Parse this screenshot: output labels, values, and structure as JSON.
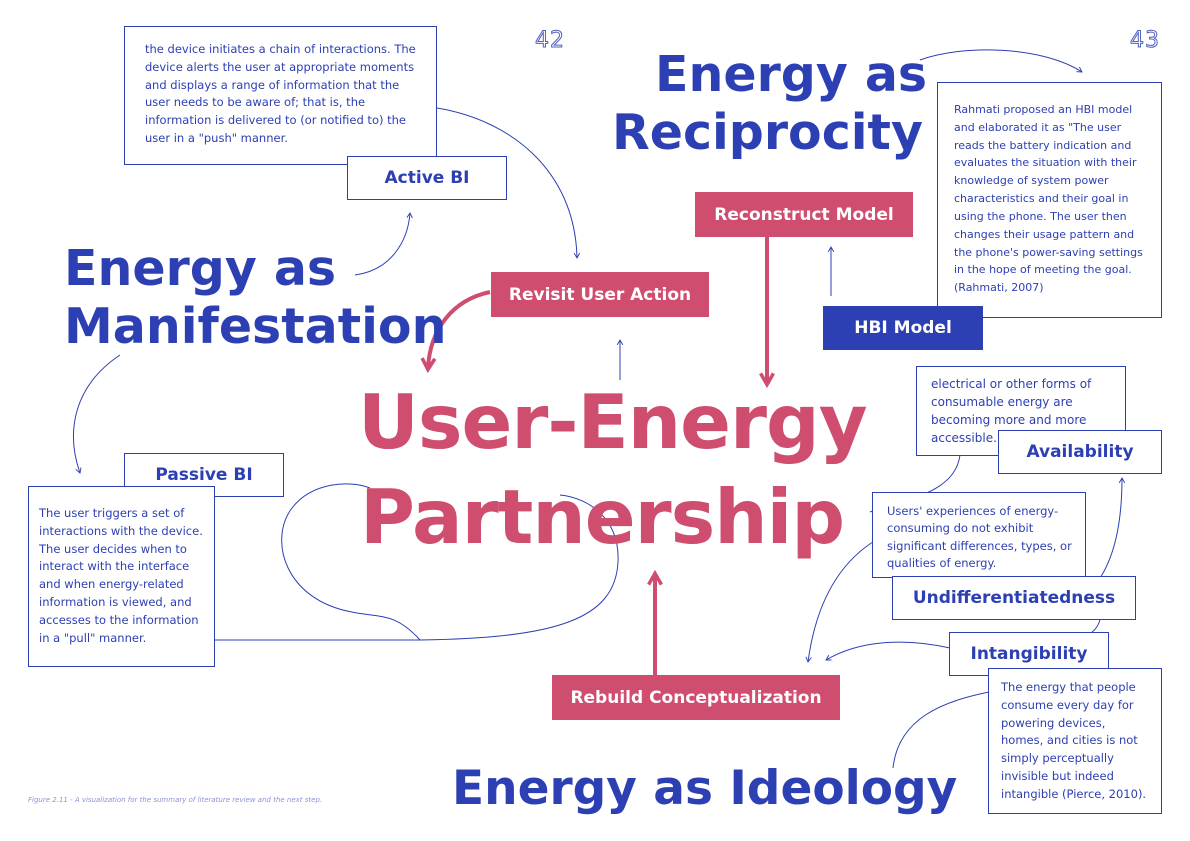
{
  "page_numbers": {
    "left": "42",
    "right": "43"
  },
  "headings": {
    "reciprocity_line1": "Energy as",
    "reciprocity_line2": "Reciprocity",
    "manifestation_line1": "Energy as",
    "manifestation_line2": "Manifestation",
    "ideology": "Energy as Ideology"
  },
  "center_title": {
    "line1": "User-Energy",
    "line2": "Partnership"
  },
  "boxes": {
    "active_bi_text": "the device initiates a chain of interactions. The device alerts the user at appropriate moments and displays a range of information that the user needs to be aware of; that is, the information is delivered to (or notified to) the user in a \"push\" manner.",
    "passive_bi_text": "The user triggers a set of interactions with the device. The user decides when to interact with the interface and when energy-related information is viewed, and accesses to the information in a \"pull\" manner.",
    "hbi_text": "Rahmati proposed an HBI model and elaborated it as \"The user reads the battery indication and evaluates the situation with their knowledge of system power characteristics and their goal in using the phone. The user then changes their usage pattern and the phone's power-saving settings in the hope of meeting the goal. (Rahmati, 2007)",
    "availability_text": "electrical or other forms of consumable energy are becoming more and more accessible.",
    "undiff_text": "Users' experiences of energy-consuming do not exhibit significant differences, types, or qualities of energy.",
    "intangibility_text": "The energy that people consume every day for powering devices, homes, and cities is not simply perceptually invisible but indeed intangible (Pierce, 2010)."
  },
  "labels": {
    "active_bi": "Active BI",
    "passive_bi": "Passive BI",
    "hbi_model": "HBI Model",
    "availability": "Availability",
    "undifferentiatedness": "Undifferentiatedness",
    "intangibility": "Intangibility"
  },
  "actions": {
    "revisit_user_action": "Revisit User Action",
    "reconstruct_model": "Reconstruct Model",
    "rebuild_conceptualization": "Rebuild Conceptualization"
  },
  "caption": "Figure 2.11 - A visualization for the summary of literature review and the next step.",
  "colors": {
    "blue": "#2c3fb3",
    "pink": "#cf4d6e"
  }
}
